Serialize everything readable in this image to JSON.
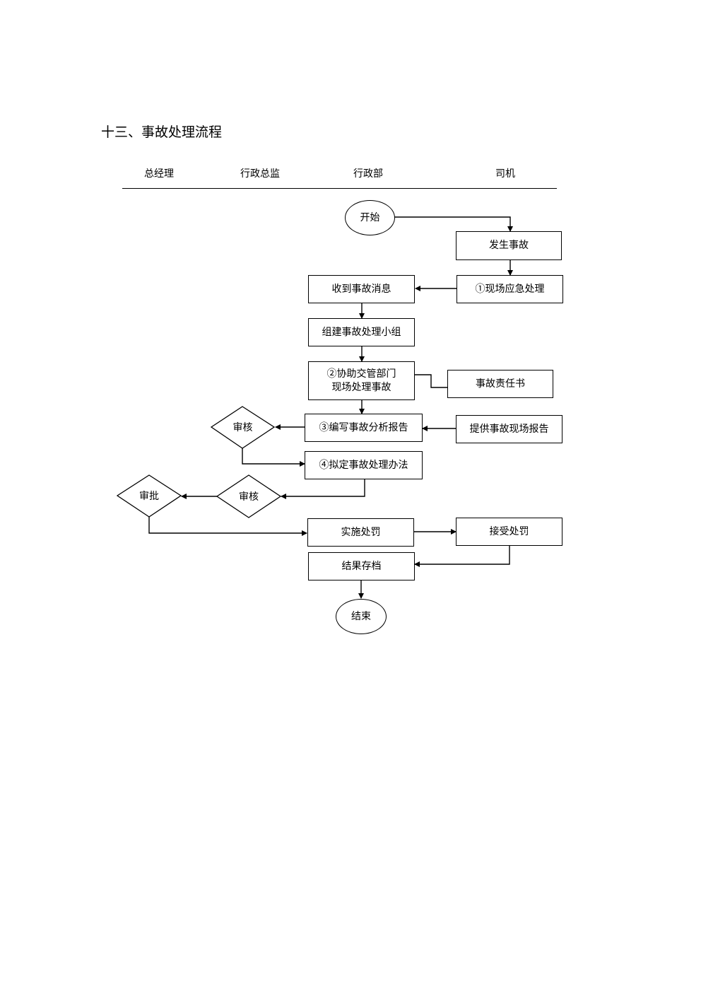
{
  "title": "十三、事故处理流程",
  "lanes": [
    "总经理",
    "行政总监",
    "行政部",
    "司机"
  ],
  "nodes": {
    "start": "开始",
    "accident": "发生事故",
    "onsite_emergency": "①现场应急处理",
    "receive_news": "收到事故消息",
    "form_team": "组建事故处理小组",
    "assist_traffic_line1": "②协助交管部门",
    "assist_traffic_line2": "现场处理事故",
    "responsibility_letter": "事故责任书",
    "write_report": "③编写事故分析报告",
    "provide_report": "提供事故现场报告",
    "review1": "审核",
    "draft_method": "④拟定事故处理办法",
    "review2": "审核",
    "approve": "审批",
    "implement_penalty": "实施处罚",
    "accept_penalty": "接受处罚",
    "archive": "结果存档",
    "end": "结束"
  }
}
